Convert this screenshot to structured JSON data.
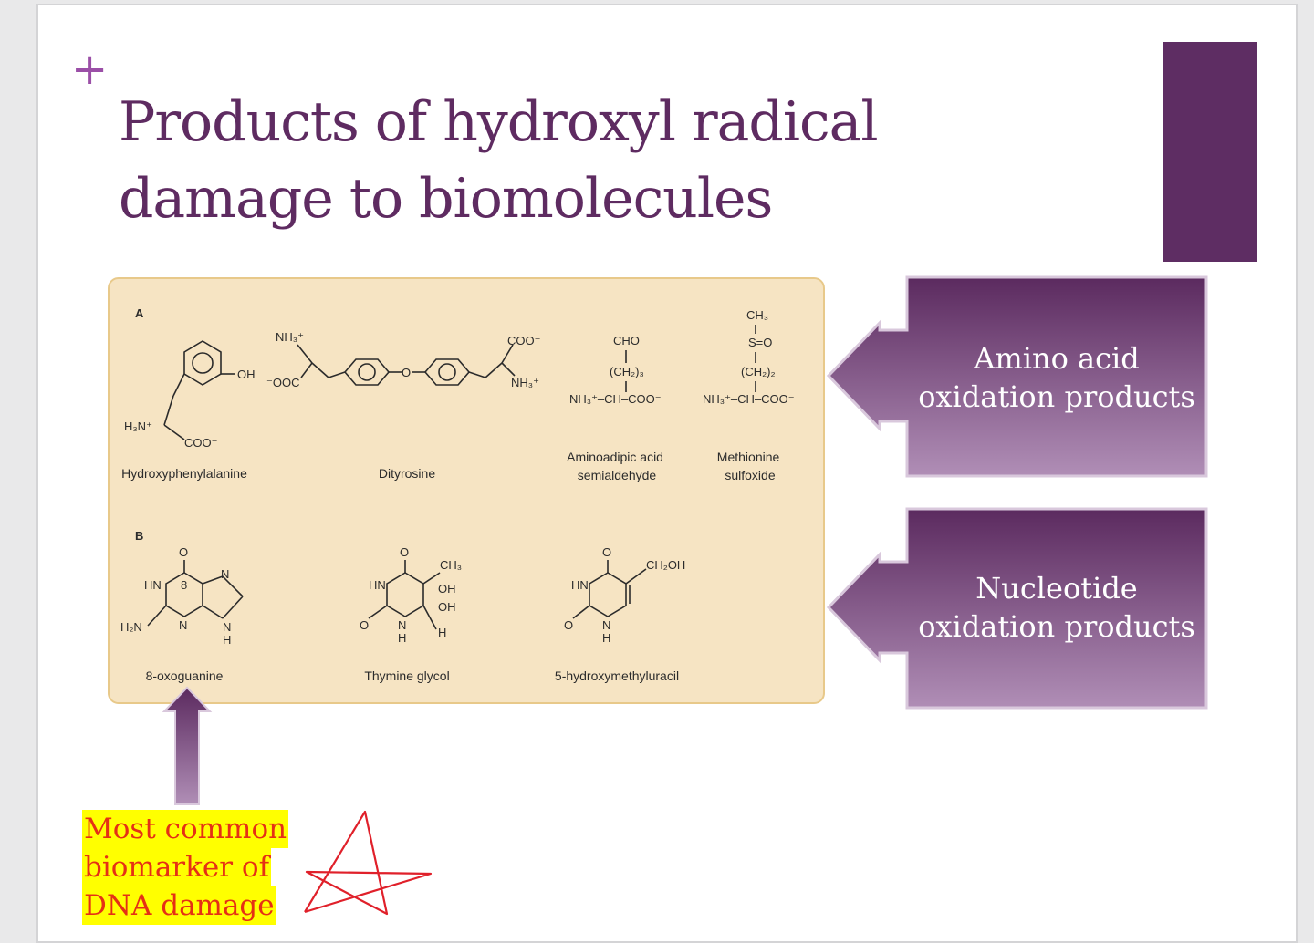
{
  "slide": {
    "plus_glyph": "+",
    "title_line1": "Products of hydroxyl radical",
    "title_line2": "damage to biomolecules"
  },
  "figure": {
    "panel_a_label": "A",
    "panel_b_label": "B",
    "amino_acid_products": [
      "Hydroxyphenylalanine",
      "Dityrosine",
      "Aminoadipic acid semialdehyde",
      "Methionine sulfoxide"
    ],
    "nucleotide_products": [
      "8-oxoguanine",
      "Thymine glycol",
      "5-hydroxymethyluracil"
    ]
  },
  "callouts": {
    "amino_line1": "Amino acid",
    "amino_line2": "oxidation products",
    "nucleotide_line1": "Nucleotide",
    "nucleotide_line2": "oxidation products"
  },
  "annotation": {
    "line1": "Most common",
    "line2": "biomarker of",
    "line3": "DNA damage"
  },
  "colors": {
    "title": "#5e2b61",
    "accent_block": "#5e2d63",
    "figure_bg": "#f6e4c3",
    "callout_dark": "#5b2a5f",
    "callout_light": "#b08eb6",
    "note_text": "#e53015",
    "highlight": "#ffff00",
    "star": "#e0202a"
  }
}
